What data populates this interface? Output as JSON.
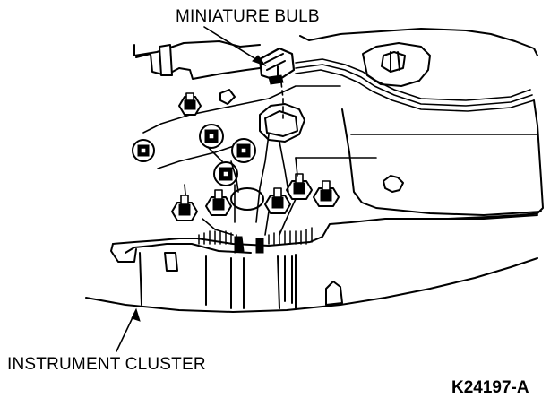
{
  "labels": {
    "miniature_bulb": "MINIATURE BULB",
    "instrument_cluster": "INSTRUMENT CLUSTER"
  },
  "figure_ref": "K24197-A"
}
